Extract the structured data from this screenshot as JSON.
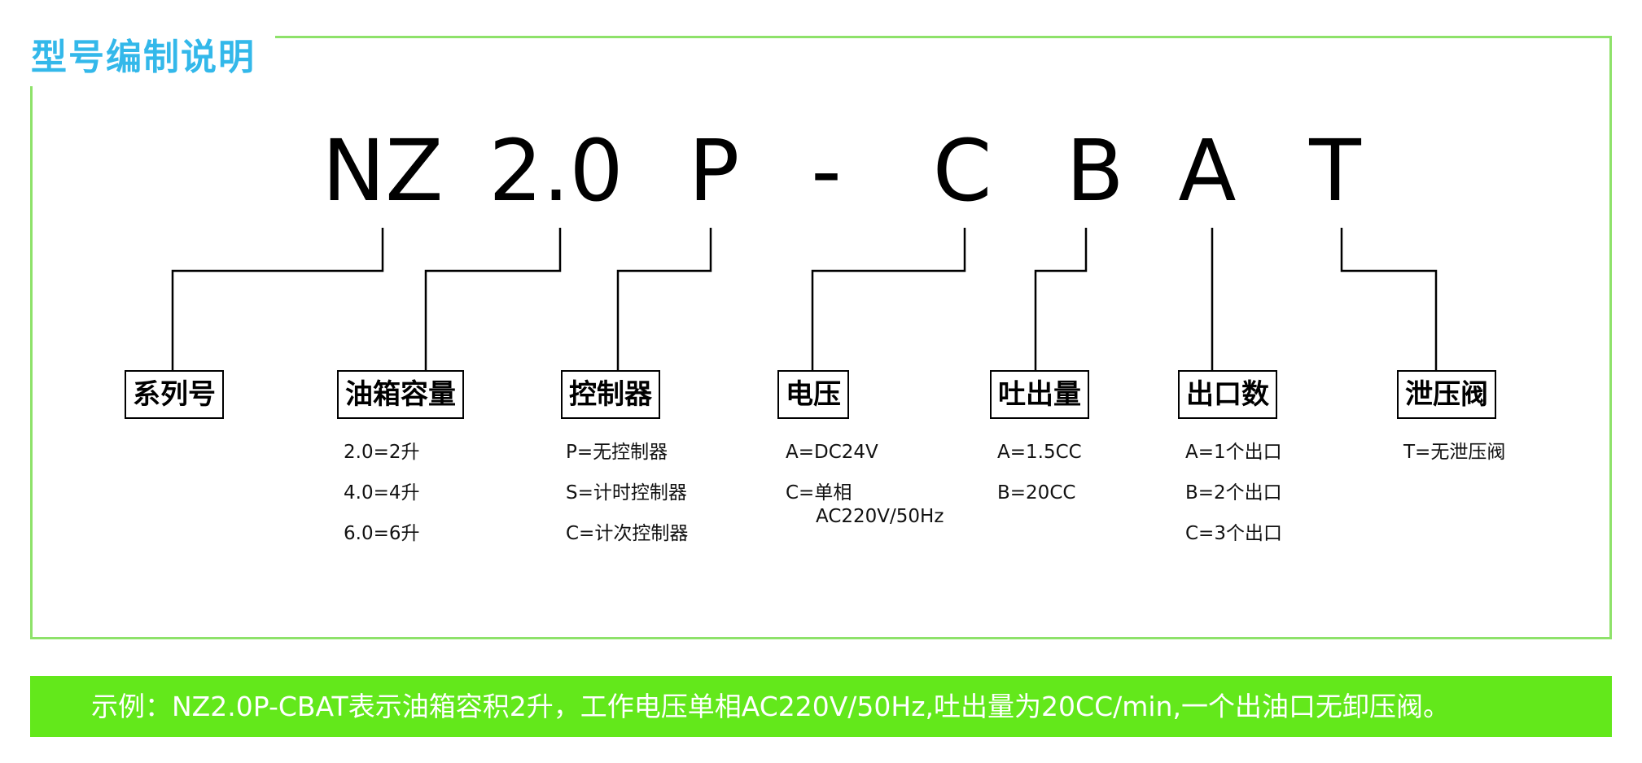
{
  "title": "型号编制说明",
  "code": {
    "nz": "NZ",
    "capacity": "2.0",
    "controller": "P",
    "dash": "-",
    "voltage": "C",
    "flow": "B",
    "outlets": "A",
    "valve": "T"
  },
  "labels": {
    "series": "系列号",
    "tank": "油箱容量",
    "controller": "控制器",
    "voltage": "电压",
    "flow": "吐出量",
    "outlets": "出口数",
    "valve": "泄压阀"
  },
  "options": {
    "tank": [
      "2.0=2升",
      "4.0=4升",
      "6.0=6升"
    ],
    "controller": [
      "P=无控制器",
      "S=计时控制器",
      "C=计次控制器"
    ],
    "voltage": [
      "A=DC24V",
      "C=单相",
      "AC220V/50Hz"
    ],
    "flow": [
      "A=1.5CC",
      "B=20CC"
    ],
    "outlets": [
      "A=1个出口",
      "B=2个出口",
      "C=3个出口"
    ],
    "valve": [
      "T=无泄压阀"
    ]
  },
  "example": "示例：NZ2.0P-CBAT表示油箱容积2升，工作电压单相AC220V/50Hz,吐出量为20CC/min,一个出油口无卸压阀。",
  "colors": {
    "frame": "#8ee26a",
    "title": "#33b8ea",
    "bar": "#63e81b",
    "bar_text": "#ffffff"
  }
}
